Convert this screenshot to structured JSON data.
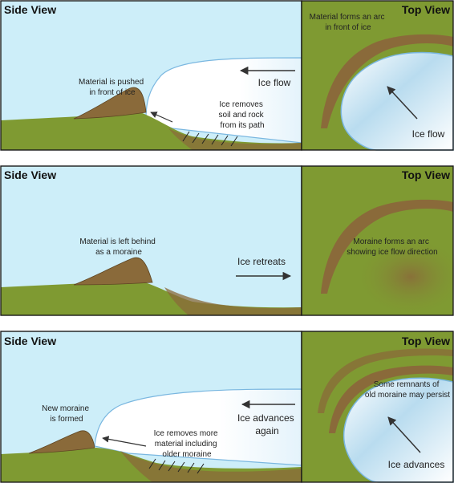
{
  "colors": {
    "sky": "#cdeef9",
    "grass": "#7f9a32",
    "moraine": "#8a6a3a",
    "ice_edge": "#7ab7e0",
    "ice_fill": "#ffffff",
    "ice_blue": "#b9dcef",
    "frame": "#1a1a1a"
  },
  "panels": [
    {
      "side_heading": "Side View",
      "top_heading": "Top View",
      "side_labels": {
        "material": [
          "Material is pushed",
          "in front of ice"
        ],
        "flow": [
          "Ice flow"
        ],
        "removes": [
          "Ice removes",
          "soil and rock",
          "from its path"
        ]
      },
      "top_labels": {
        "arc": [
          "Material forms an arc",
          "in front of ice"
        ],
        "flow": [
          "Ice flow"
        ]
      }
    },
    {
      "side_heading": "Side View",
      "top_heading": "Top View",
      "side_labels": {
        "material": [
          "Material is left behind",
          "as a moraine"
        ],
        "retreat": [
          "Ice retreats"
        ]
      },
      "top_labels": {
        "arc": [
          "Moraine forms an arc",
          "showing ice flow direction"
        ]
      }
    },
    {
      "side_heading": "Side View",
      "top_heading": "Top View",
      "side_labels": {
        "material": [
          "New moraine",
          "is formed"
        ],
        "advance": [
          "Ice advances",
          "again"
        ],
        "removes": [
          "Ice removes more",
          "material including",
          "older moraine"
        ]
      },
      "top_labels": {
        "remnants": [
          "Some remnants of",
          "old moraine may persist"
        ],
        "advance": [
          "Ice advances"
        ]
      }
    }
  ]
}
